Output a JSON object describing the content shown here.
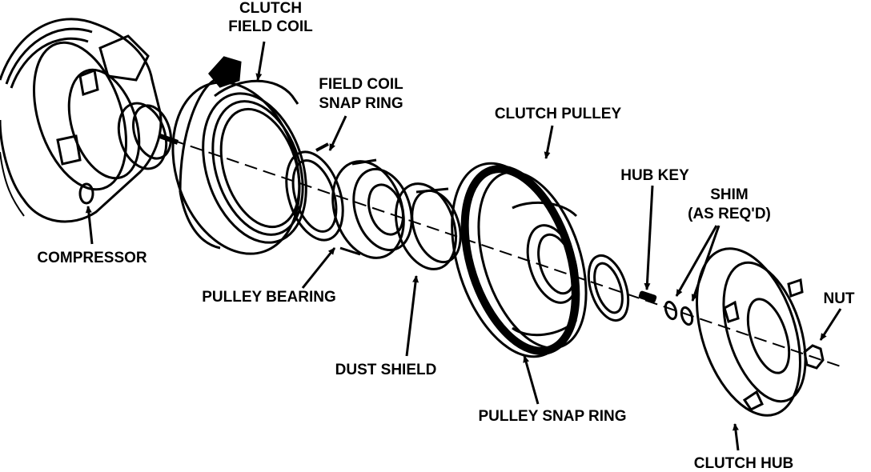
{
  "labels": {
    "clutch_field_coil_line1": "CLUTCH",
    "clutch_field_coil_line2": "FIELD COIL",
    "field_coil_snap_ring_line1": "FIELD COIL",
    "field_coil_snap_ring_line2": "SNAP RING",
    "clutch_pulley": "CLUTCH PULLEY",
    "hub_key": "HUB KEY",
    "shim_line1": "SHIM",
    "shim_line2": "(AS REQ'D)",
    "nut": "NUT",
    "compressor": "COMPRESSOR",
    "pulley_bearing": "PULLEY BEARING",
    "dust_shield": "DUST SHIELD",
    "pulley_snap_ring": "PULLEY SNAP RING",
    "clutch_hub": "CLUTCH HUB"
  },
  "colors": {
    "ink": "#000000",
    "paper": "#ffffff"
  }
}
